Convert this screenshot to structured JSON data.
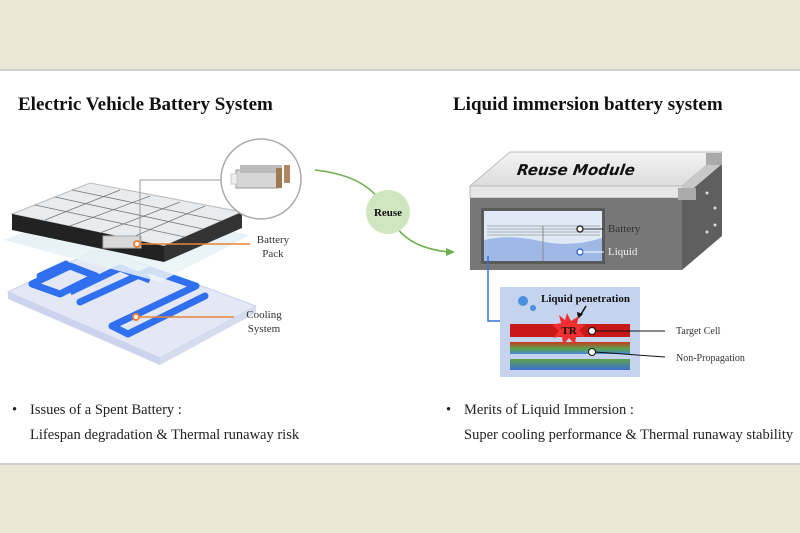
{
  "left_panel": {
    "title": "Electric Vehicle Battery System",
    "labels": {
      "battery_pack_line1": "Battery",
      "battery_pack_line2": "Pack",
      "cooling_line1": "Cooling",
      "cooling_line2": "System"
    },
    "bullet": {
      "heading": "Issues of a Spent Battery :",
      "detail": "Lifespan degradation & Thermal runaway risk"
    }
  },
  "transition": {
    "label": "Reuse"
  },
  "right_panel": {
    "title": "Liquid immersion battery system",
    "module_label": "Reuse Module",
    "labels": {
      "battery": "Battery",
      "liquid": "Liquid"
    },
    "inset": {
      "heading": "Liquid penetration",
      "burst_label": "TR",
      "target_cell": "Target Cell",
      "non_propagation": "Non-Propagation"
    },
    "bullet": {
      "heading": "Merits of Liquid Immersion :",
      "detail": "Super cooling performance & Thermal runaway stability"
    }
  },
  "colors": {
    "background": "#ebe7d7",
    "accent_orange": "#e8823a",
    "reuse_green": "#cfe6c0",
    "arrow_green": "#6ab04c",
    "cooling_blue": "#2f6ff0",
    "liquid_blue": "#9fb8e6"
  }
}
